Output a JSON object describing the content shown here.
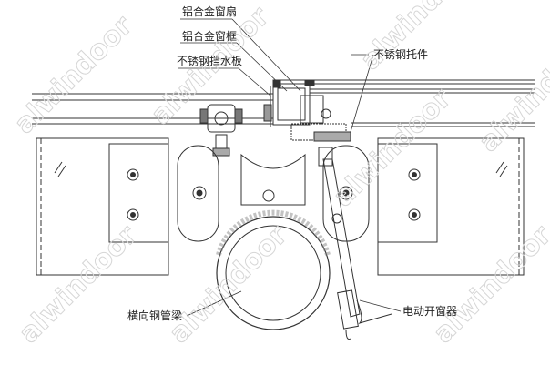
{
  "labels": {
    "sash": "铝合金窗扇",
    "frame": "铝合金窗框",
    "flashing": "不锈钢挡水板",
    "bracket": "不锈钢托件",
    "beam": "横向钢管梁",
    "opener": "电动开窗器"
  },
  "watermark": "alwindoor",
  "colors": {
    "line": "#333333",
    "watermark": "#d6d6d6"
  }
}
